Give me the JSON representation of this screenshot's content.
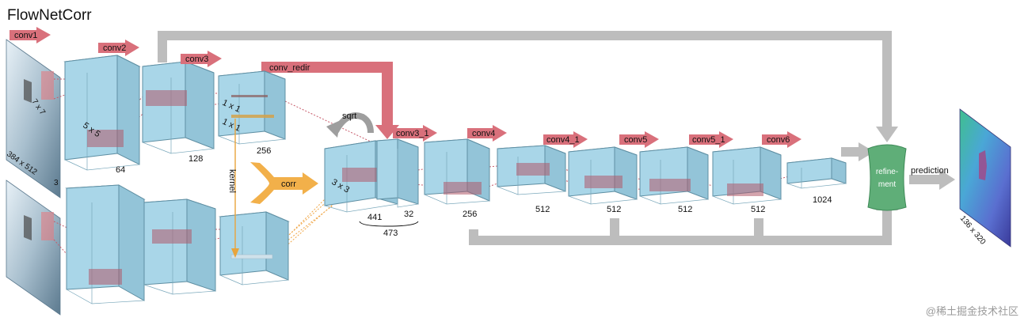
{
  "title": "FlowNetCorr",
  "watermark": "@稀土掘金技术社区",
  "input": {
    "size_label": "384 x 512",
    "channels": "3",
    "kernel_label": "7 x 7"
  },
  "output": {
    "size_label": "136 x 320"
  },
  "layers": {
    "conv1": "conv1",
    "conv2": "conv2",
    "conv3": "conv3",
    "conv_redir": "conv_redir",
    "conv3_1": "conv3_1",
    "conv4": "conv4",
    "conv4_1": "conv4_1",
    "conv5": "conv5",
    "conv5_1": "conv5_1",
    "conv6": "conv6"
  },
  "ops": {
    "corr": "corr",
    "kernel": "kernel",
    "sqrt": "sqrt",
    "refinement": "refine-\nment",
    "prediction": "prediction"
  },
  "kernel_sizes": {
    "k5": "5 x 5",
    "k1a": "1 x 1",
    "k1b": "1 x 1",
    "k3": "3 x 3"
  },
  "channels": {
    "c64": "64",
    "c128": "128",
    "c256a": "256",
    "c441": "441",
    "c32": "32",
    "c473": "473",
    "c256b": "256",
    "c512a": "512",
    "c512b": "512",
    "c512c": "512",
    "c512d": "512",
    "c1024": "1024"
  },
  "colors": {
    "volume_fill": "#a9d6e8",
    "conv_arrow": "#d9707b",
    "skip_arrow": "#bdbdbd",
    "corr_arrow": "#f2b04a",
    "refinement_blob": "#5fae78"
  }
}
